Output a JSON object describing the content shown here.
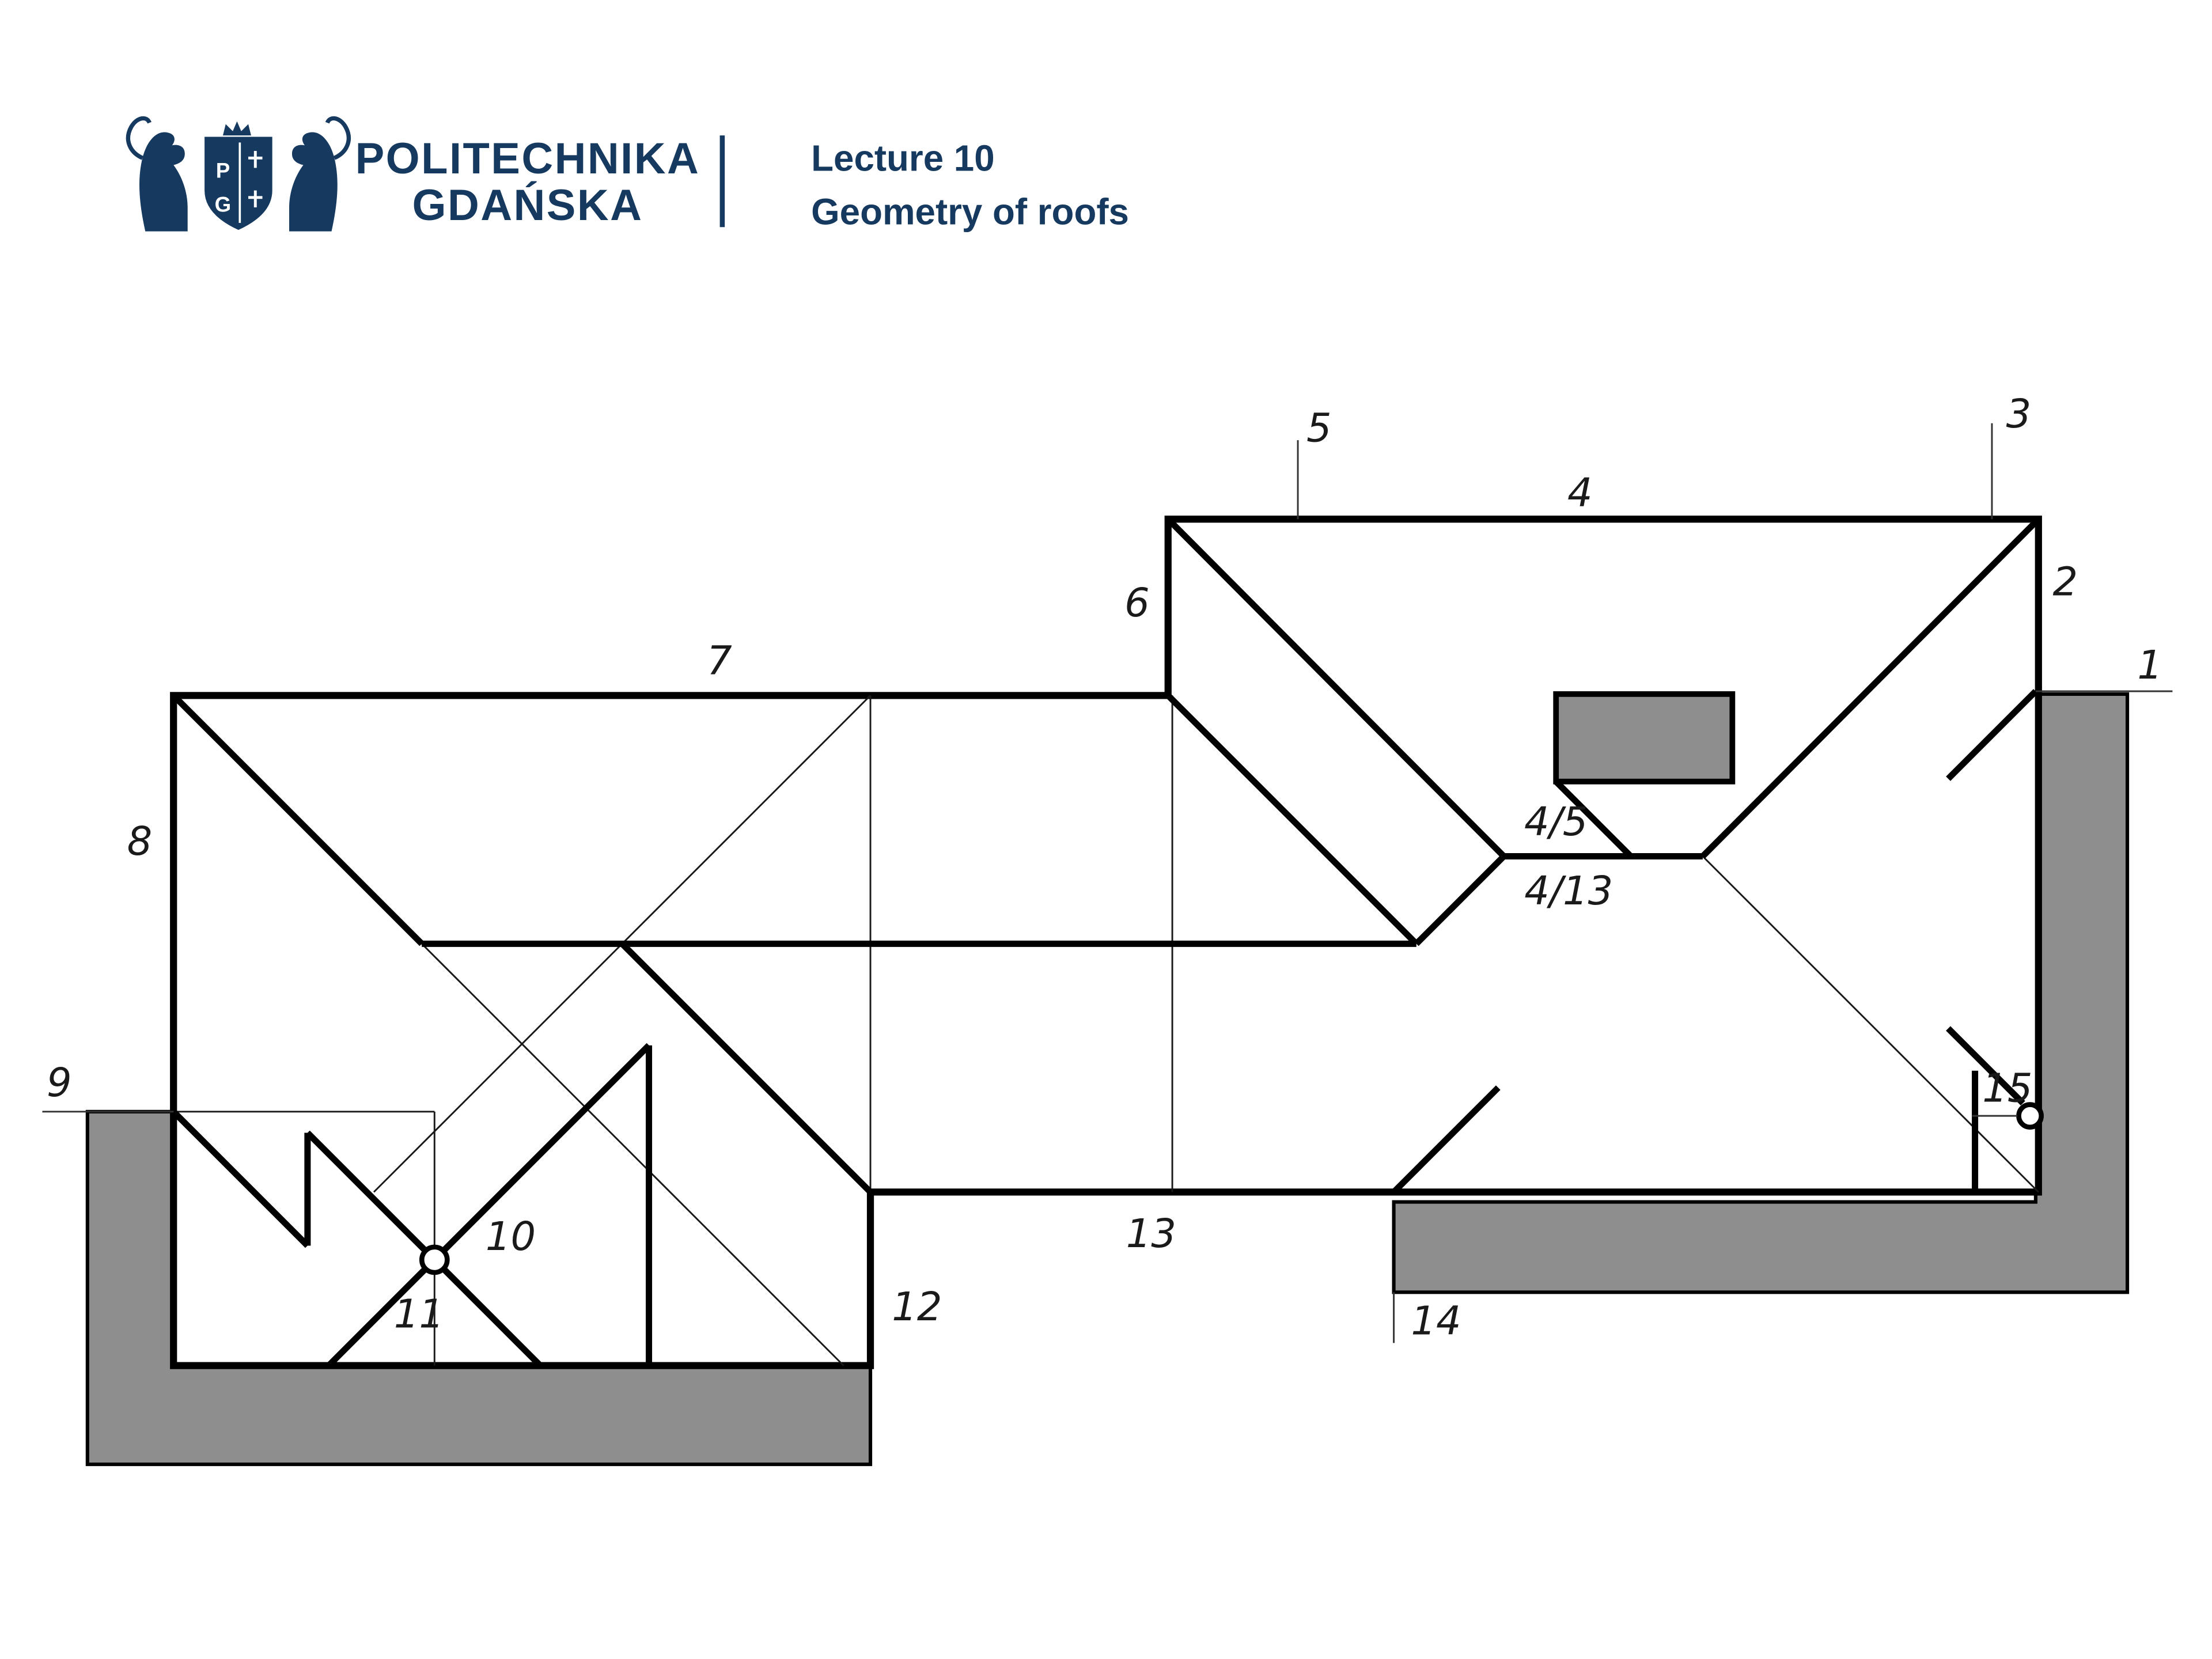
{
  "header": {
    "logo": {
      "letter_p": "P",
      "letter_g": "G"
    },
    "university": {
      "line1": "POLITECHNIKA",
      "line2": "GDAŃSKA"
    },
    "lecture": {
      "title": "Lecture 10",
      "subtitle": "Geometry of roofs"
    }
  },
  "colors": {
    "navy": "#15395f",
    "gray": "#8e8e8e",
    "ink": "#1a1a1a",
    "background": "#ffffff"
  },
  "diagram": {
    "type": "roof-plan",
    "description_labels": [
      {
        "id": "edge-1",
        "text": "1"
      },
      {
        "id": "edge-2",
        "text": "2"
      },
      {
        "id": "edge-3",
        "text": "3"
      },
      {
        "id": "edge-4",
        "text": "4"
      },
      {
        "id": "edge-5",
        "text": "5"
      },
      {
        "id": "edge-6",
        "text": "6"
      },
      {
        "id": "edge-7",
        "text": "7"
      },
      {
        "id": "edge-8",
        "text": "8"
      },
      {
        "id": "edge-9",
        "text": "9"
      },
      {
        "id": "edge-10",
        "text": "10"
      },
      {
        "id": "edge-11",
        "text": "11"
      },
      {
        "id": "edge-12",
        "text": "12"
      },
      {
        "id": "edge-13",
        "text": "13"
      },
      {
        "id": "edge-14",
        "text": "14"
      },
      {
        "id": "edge-15",
        "text": "15"
      },
      {
        "id": "line-4-5",
        "text": "4/5"
      },
      {
        "id": "line-4-13",
        "text": "4/13"
      }
    ]
  }
}
